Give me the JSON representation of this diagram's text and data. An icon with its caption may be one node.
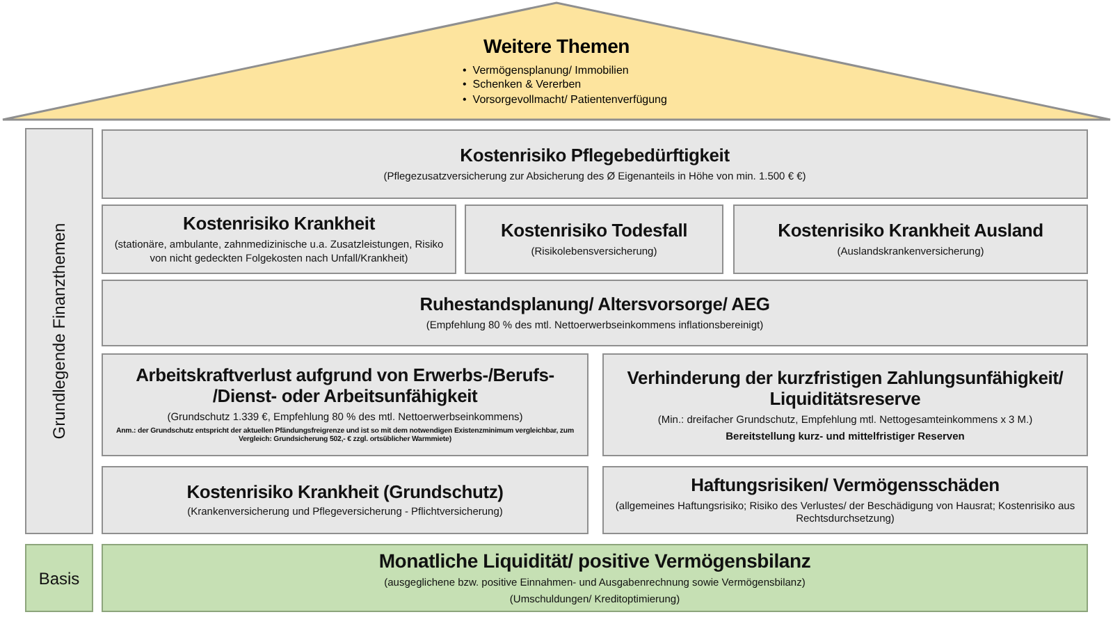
{
  "diagram": {
    "nodes": [
      {
        "text": [
          "Weitere Themen",
          "•  Vermögensplanung/ Immobilien",
          "•  Schenken & Vererben",
          "•  Vorsorgevollmacht/ Patientenverfügung"
        ]
      },
      {
        "text": [
          "Grundlegende Finanzthemen"
        ]
      },
      {
        "text": [
          "Kostenrisiko Pflegebedürftigkeit",
          "(Pflegezusatzversicherung zur Absicherung des Ø Eigenanteils in Höhe von  min. 1.500 € €)"
        ]
      },
      {
        "text": [
          "Kostenrisiko Krankheit",
          "(stationäre, ambulante, zahnmedizinische u.a. Zusatzleistungen, Risiko von nicht gedeckten Folgekosten nach Unfall/Krankheit)"
        ]
      },
      {
        "text": [
          "Kostenrisiko Todesfall",
          "(Risikolebensversicherung)"
        ]
      },
      {
        "text": [
          "Kostenrisiko Krankheit Ausland",
          "(Auslandskrankenversicherung)"
        ]
      },
      {
        "text": [
          "Ruhestandsplanung/ Altersvorsorge/ AEG",
          "(Empfehlung 80 % des mtl. Nettoerwerbseinkommens inflationsbereinigt)"
        ]
      },
      {
        "text": [
          "Arbeitskraftverlust aufgrund von Erwerbs-/Berufs- /Dienst- oder Arbeitsunfähigkeit",
          "(Grundschutz 1.339 €, Empfehlung 80 % des mtl. Nettoerwerbseinkommens)",
          "Anm.: der Grundschutz entspricht der aktuellen Pfändungsfreigrenze und ist so mit dem notwendigen Existenzminimum vergleichbar, zum Vergleich: Grundsicherung 502,- € zzgl. ortsüblicher Warmmiete)"
        ]
      },
      {
        "text": [
          "Verhinderung der kurzfristigen Zahlungsunfähigkeit/ Liquiditätsreserve",
          "(Min.: dreifacher Grundschutz, Empfehlung mtl. Nettogesamteinkommens x 3 M.)",
          "Bereitstellung kurz- und mittelfristiger Reserven"
        ]
      },
      {
        "text": [
          "Kostenrisiko Krankheit (Grundschutz)",
          "(Krankenversicherung und Pflegeversicherung - Pflichtversicherung)"
        ]
      },
      {
        "text": [
          "Haftungsrisiken/ Vermögensschäden",
          "(allgemeines Haftungsrisiko; Risiko des Verlustes/ der Beschädigung von Hausrat; Kostenrisiko aus Rechtsdurchsetzung)"
        ]
      },
      {
        "text": [
          "Basis"
        ]
      },
      {
        "text": [
          "Monatliche Liquidität/ positive Vermögensbilanz",
          "(ausgeglichene bzw. positive Einnahmen- und Ausgabenrechnung sowie Vermögensbilanz)",
          "(Umschuldungen/ Kreditoptimierung)"
        ]
      }
    ]
  }
}
